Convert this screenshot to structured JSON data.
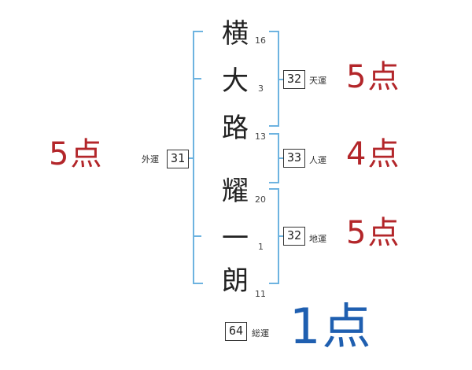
{
  "characters": [
    {
      "char": "横",
      "strokes": "16"
    },
    {
      "char": "大",
      "strokes": "3"
    },
    {
      "char": "路",
      "strokes": "13"
    },
    {
      "char": "耀",
      "strokes": "20"
    },
    {
      "char": "一",
      "strokes": "1"
    },
    {
      "char": "朗",
      "strokes": "11"
    }
  ],
  "outer": {
    "label": "外運",
    "value": "31",
    "score": "5点"
  },
  "heaven": {
    "label": "天運",
    "value": "32",
    "score": "5点"
  },
  "person": {
    "label": "人運",
    "value": "33",
    "score": "4点"
  },
  "earth": {
    "label": "地運",
    "value": "32",
    "score": "5点"
  },
  "total": {
    "label": "総運",
    "value": "64",
    "score": "1点"
  },
  "colors": {
    "bracket": "#6db3e0",
    "score_red": "#b3262a",
    "score_blue": "#1f5fb0"
  }
}
